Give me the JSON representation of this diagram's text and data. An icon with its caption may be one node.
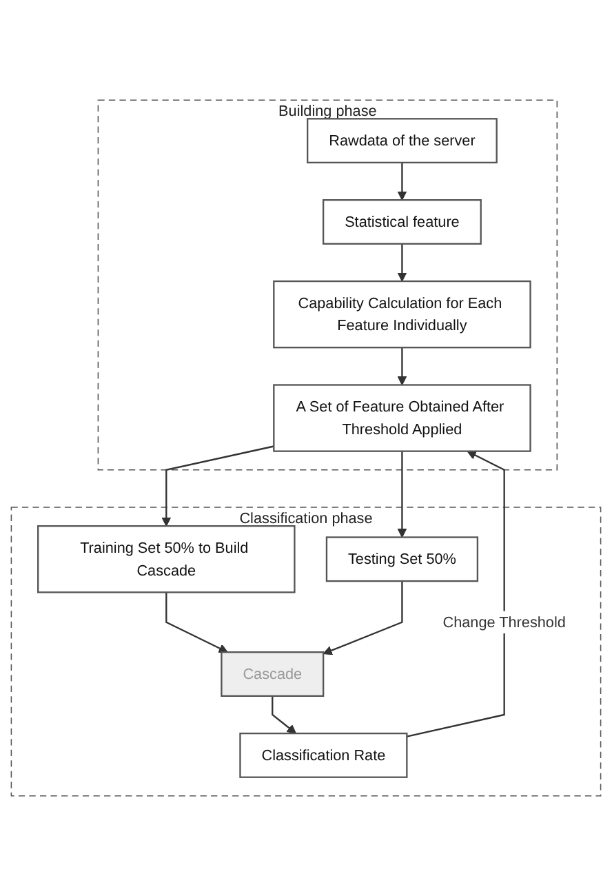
{
  "diagram": {
    "nodes": [
      {
        "text": [
          "Building phase"
        ]
      },
      {
        "text": [
          "Rawdata of the server"
        ],
        "in": 0
      },
      {
        "text": [
          "Statistical feature"
        ],
        "in": 0
      },
      {
        "text": [
          "Capability Calculation for Each Feature Individually"
        ],
        "in": 0
      },
      {
        "text": [
          "A Set of Feature Obtained After Threshold Applied"
        ],
        "in": 0
      },
      {
        "text": [
          "Classification phase"
        ]
      },
      {
        "text": [
          "Training Set 50% to Build Cascade"
        ],
        "in": 5
      },
      {
        "text": [
          "Testing Set 50%"
        ],
        "in": 5
      },
      {
        "text": [
          "Cascade"
        ],
        "in": 5
      },
      {
        "text": [
          "Classification Rate"
        ],
        "in": 5
      }
    ],
    "edges": [
      {
        "from": 1,
        "to": 2,
        "arrow": "to"
      },
      {
        "from": 2,
        "to": 3,
        "arrow": "to"
      },
      {
        "from": 3,
        "to": 4,
        "arrow": "to"
      },
      {
        "from": 4,
        "to": 6,
        "arrow": "to"
      },
      {
        "from": 4,
        "to": 7,
        "arrow": "to"
      },
      {
        "from": 6,
        "to": 8,
        "arrow": "to"
      },
      {
        "from": 7,
        "to": 8,
        "arrow": "to"
      },
      {
        "from": 8,
        "to": 9,
        "arrow": "to"
      },
      {
        "from": 9,
        "to": 4,
        "arrow": "to",
        "label": "Change Threshold"
      }
    ]
  }
}
